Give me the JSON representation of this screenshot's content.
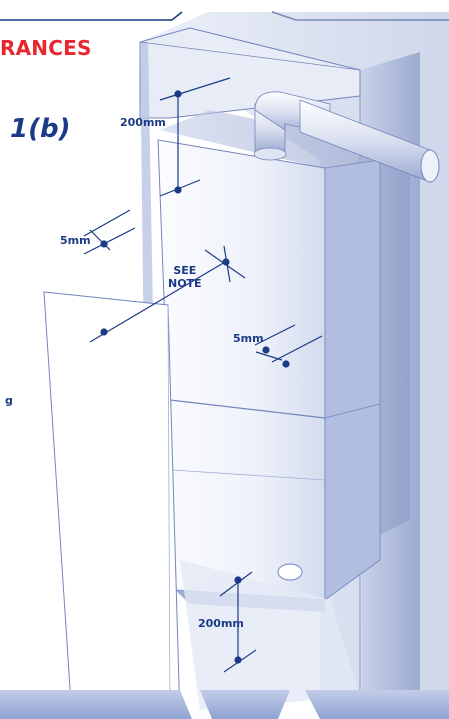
{
  "header": {
    "title_fragment": "RANCES",
    "figure_number": "1(b)"
  },
  "dimensions": {
    "top_clearance": "200mm",
    "left_clearance": "5mm",
    "note_line1": "SEE",
    "note_line2": "NOTE",
    "right_clearance": "5mm",
    "bottom_clearance": "200mm"
  },
  "side_label_fragment": "g",
  "colors": {
    "heading": "#e8262e",
    "annotation": "#1b3b86",
    "panel_tint": "#8fa3d1"
  }
}
